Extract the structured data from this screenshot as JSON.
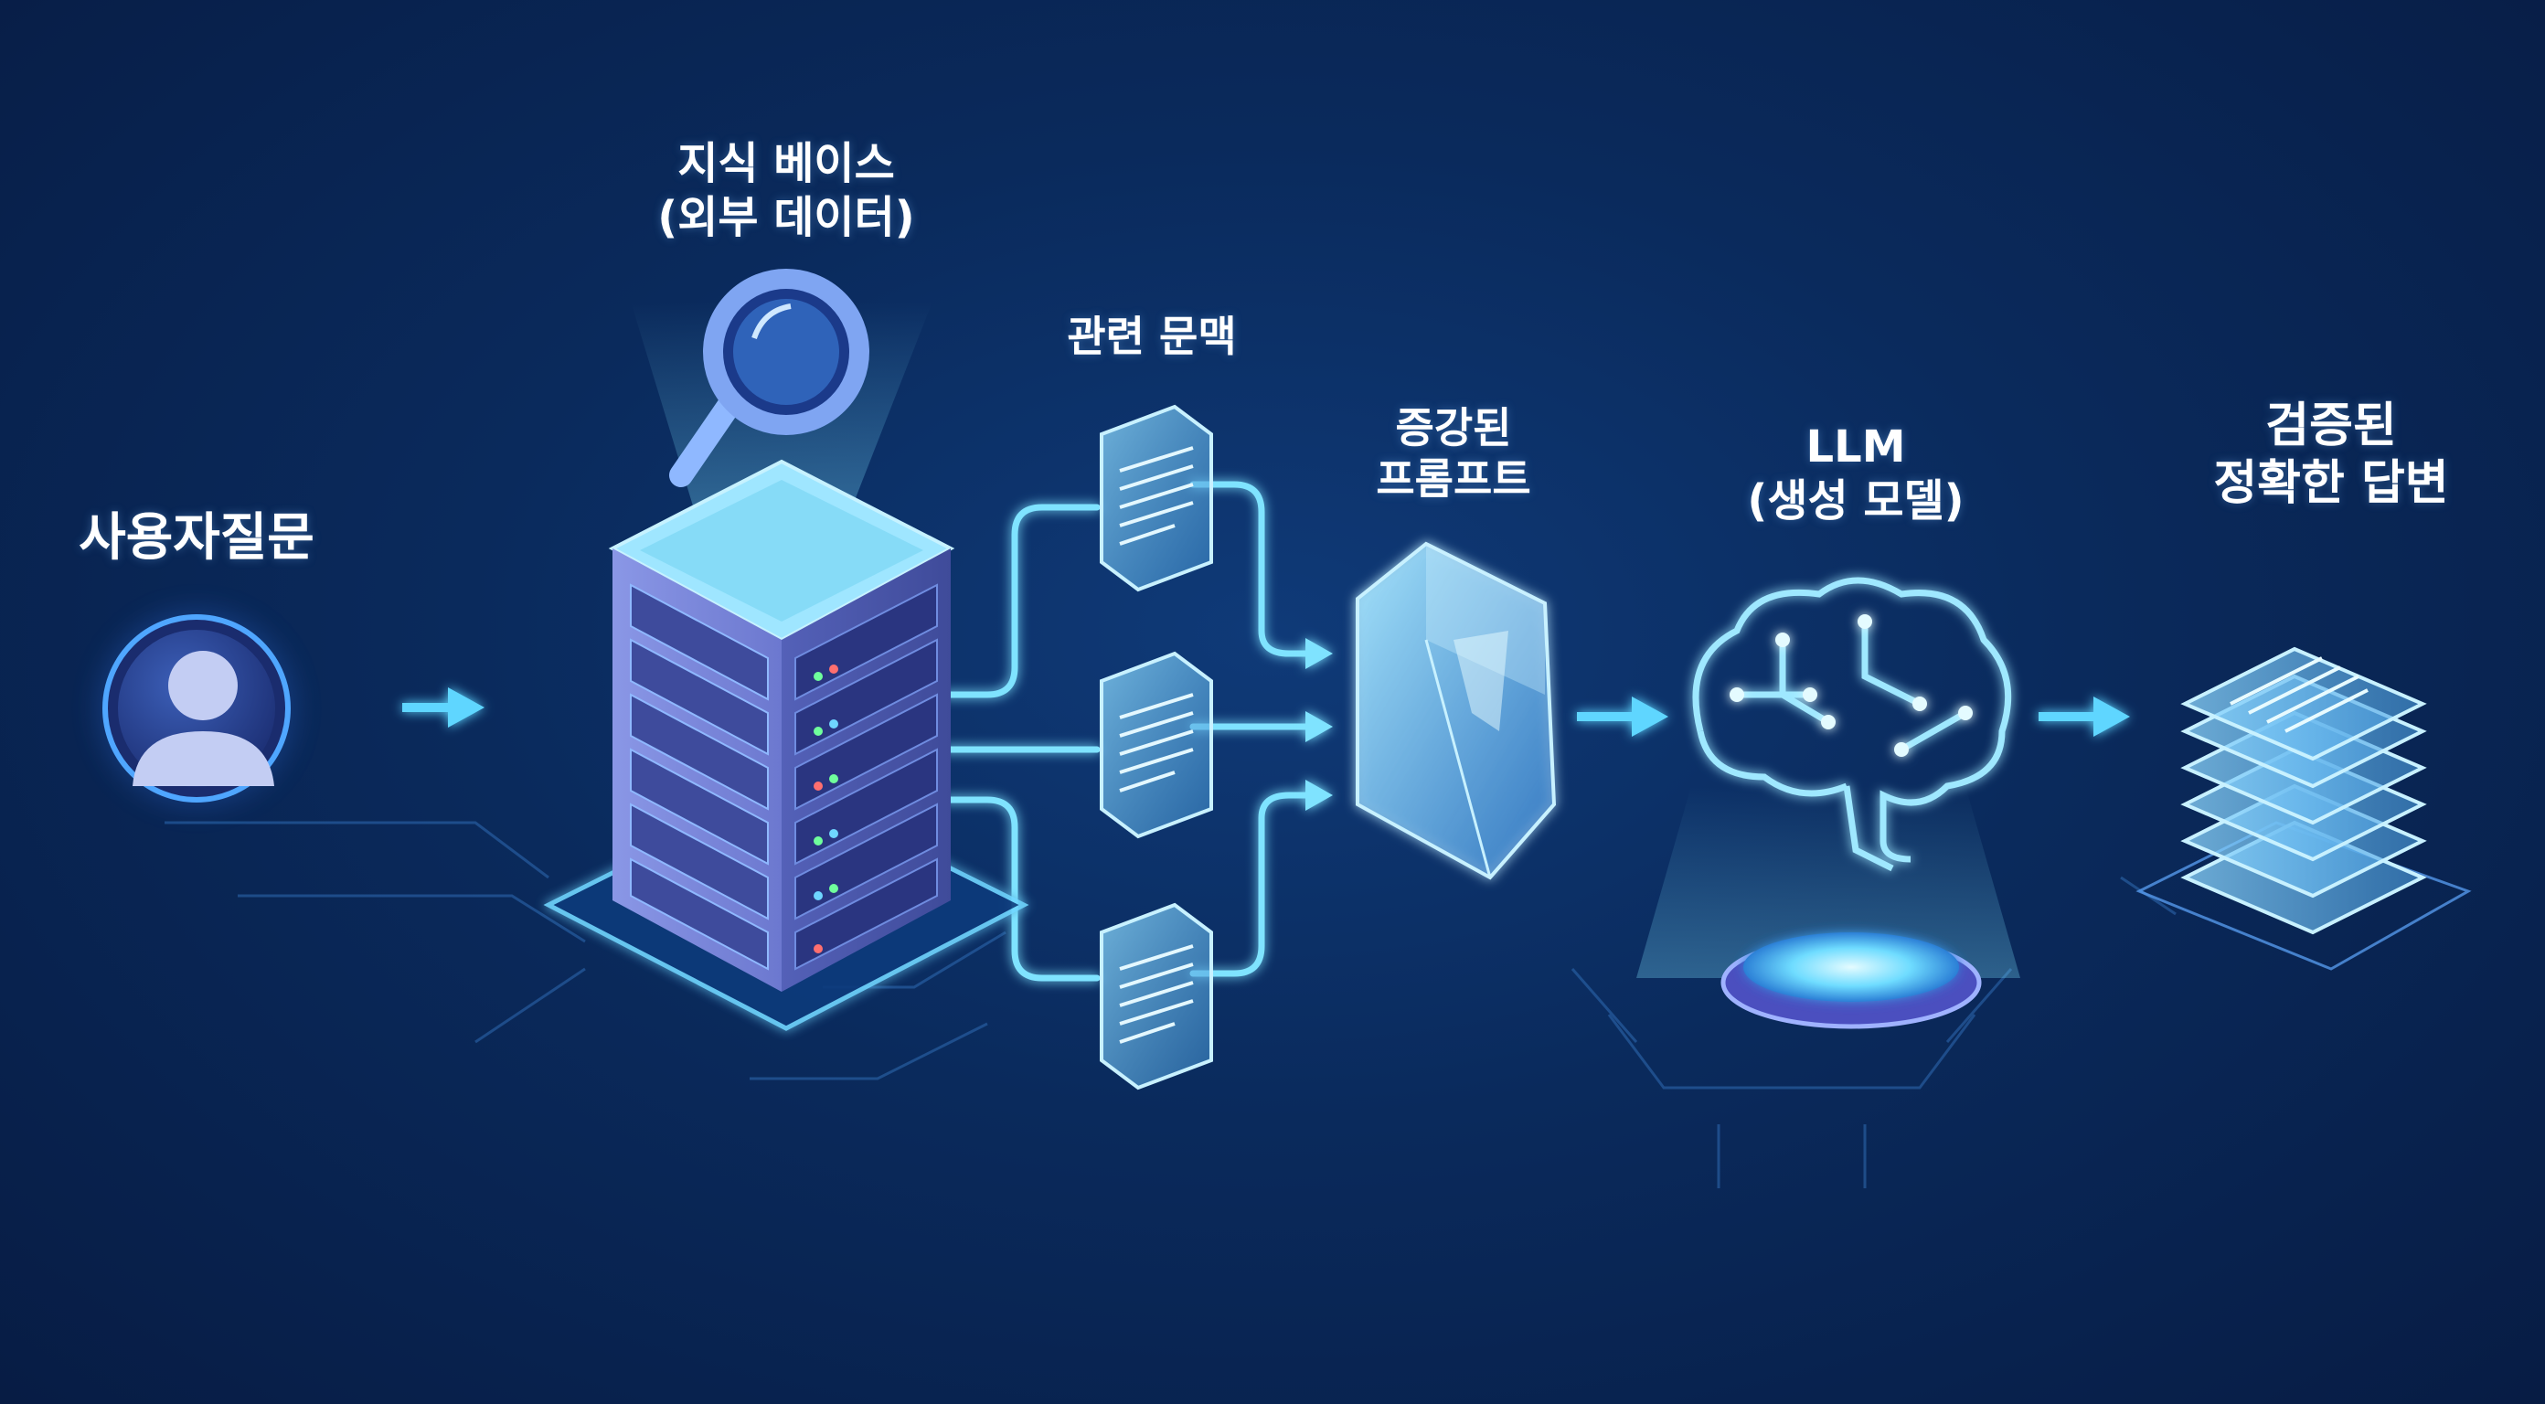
{
  "labels": {
    "user_question": "사용자질문",
    "knowledge_base": [
      "지식 베이스",
      "(외부 데이터)"
    ],
    "related_context": "관련 문맥",
    "augmented_prompt": [
      "증강된",
      "프롬프트"
    ],
    "llm": [
      "LLM",
      "(생성 모델)"
    ],
    "verified_answer": [
      "검증된",
      "정확한 답변"
    ]
  },
  "colors": {
    "background": "#0a2a5c",
    "accent": "#5fd6ff",
    "glow": "#7fe3ff",
    "server_body": "#6f7fd9",
    "text": "#ffffff"
  },
  "icons": [
    "user-icon",
    "magnifier-icon",
    "server-rack-icon",
    "document-icon",
    "prompt-crystal-icon",
    "brain-icon",
    "answer-stack-icon",
    "arrow-right-icon"
  ]
}
